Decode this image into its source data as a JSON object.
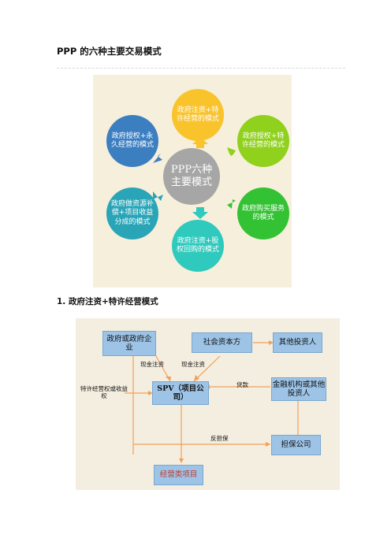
{
  "doc": {
    "title": "PPP 的六种主要交易模式",
    "section1_heading": "1. 政府注资+特许经营模式"
  },
  "cycle": {
    "center": "PPP六种主要模式",
    "nodes": [
      {
        "text": "政府注资+特许经营的模式",
        "color": "#f9c32b"
      },
      {
        "text": "政府授权+特许经营的模式",
        "color": "#8fd11d"
      },
      {
        "text": "政府购买服务的模式",
        "color": "#33c233"
      },
      {
        "text": "政府注资+股权回购的模式",
        "color": "#2fc9bd"
      },
      {
        "text": "政府做资源补偿+项目收益分成的模式",
        "color": "#2aa5b8"
      },
      {
        "text": "政府授权+永久经营的模式",
        "color": "#3c7fc1"
      }
    ]
  },
  "flow": {
    "gov": "政府或政府企业",
    "social": "社会资本方",
    "other_investor": "其他投资人",
    "spv": "SPV（项目公司）",
    "finance": "金融机构或其他投资人",
    "guarantor": "担保公司",
    "project": "经营类项目",
    "lbl_cash1": "现金注资",
    "lbl_cash2": "现金注资",
    "lbl_loan": "贷款",
    "lbl_franchise": "特许经营权或收益权",
    "lbl_counter": "反担保"
  }
}
